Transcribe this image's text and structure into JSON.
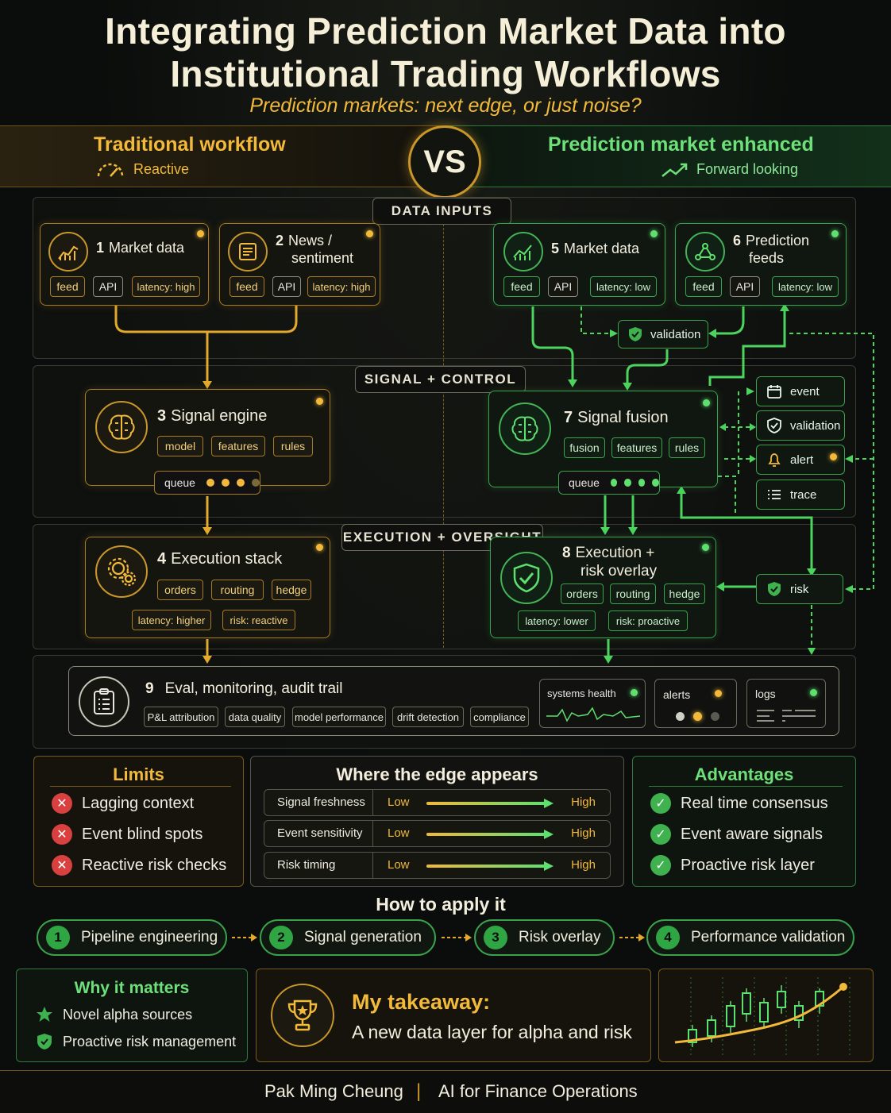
{
  "header": {
    "title_line1": "Integrating Prediction Market Data into",
    "title_line2": "Institutional Trading Workflows",
    "subtitle": "Prediction markets: next edge, or just noise?"
  },
  "versus": {
    "left_title": "Traditional workflow",
    "left_sub": "Reactive",
    "vs": "VS",
    "right_title": "Prediction market enhanced",
    "right_sub": "Forward looking"
  },
  "sections": {
    "data_inputs": "DATA INPUTS",
    "signal_control": "SIGNAL + CONTROL",
    "execution_oversight": "EXECUTION + OVERSIGHT"
  },
  "nodes": {
    "n1": {
      "num": "1",
      "title": "Market data",
      "tags": [
        "feed",
        "API",
        "latency: high"
      ]
    },
    "n2": {
      "num": "2",
      "title_a": "News /",
      "title_b": "sentiment",
      "tags": [
        "feed",
        "API",
        "latency: high"
      ]
    },
    "n5": {
      "num": "5",
      "title": "Market data",
      "tags": [
        "feed",
        "API",
        "latency: low"
      ]
    },
    "n6": {
      "num": "6",
      "title_a": "Prediction",
      "title_b": "feeds",
      "tags": [
        "feed",
        "API",
        "latency: low"
      ]
    },
    "validation_top": "validation",
    "n3": {
      "num": "3",
      "title": "Signal engine",
      "tags": [
        "model",
        "features",
        "rules"
      ],
      "queue": "queue"
    },
    "n7": {
      "num": "7",
      "title": "Signal fusion",
      "tags": [
        "fusion",
        "features",
        "rules"
      ],
      "queue": "queue"
    },
    "side": {
      "event": "event",
      "validation": "validation",
      "alert": "alert",
      "trace": "trace",
      "risk": "risk"
    },
    "n4": {
      "num": "4",
      "title": "Execution stack",
      "tags": [
        "orders",
        "routing",
        "hedge"
      ],
      "meta": [
        "latency: higher",
        "risk: reactive"
      ]
    },
    "n8": {
      "num": "8",
      "title_a": "Execution +",
      "title_b": "risk overlay",
      "tags": [
        "orders",
        "routing",
        "hedge"
      ],
      "meta": [
        "latency: lower",
        "risk: proactive"
      ]
    },
    "n9": {
      "num": "9",
      "title": "Eval, monitoring, audit trail",
      "tags": [
        "P&L attribution",
        "data quality",
        "model performance",
        "drift detection",
        "compliance"
      ]
    },
    "health": {
      "systems": "systems health",
      "alerts": "alerts",
      "logs": "logs"
    }
  },
  "limits": {
    "title": "Limits",
    "items": [
      "Lagging context",
      "Event blind spots",
      "Reactive risk checks"
    ]
  },
  "edge": {
    "title": "Where the edge appears",
    "rows": [
      {
        "label": "Signal freshness",
        "low": "Low",
        "high": "High"
      },
      {
        "label": "Event sensitivity",
        "low": "Low",
        "high": "High"
      },
      {
        "label": "Risk timing",
        "low": "Low",
        "high": "High"
      }
    ]
  },
  "advantages": {
    "title": "Advantages",
    "items": [
      "Real time consensus",
      "Event aware signals",
      "Proactive risk layer"
    ]
  },
  "apply": {
    "title": "How to apply it",
    "steps": [
      {
        "num": "1",
        "label": "Pipeline engineering"
      },
      {
        "num": "2",
        "label": "Signal generation"
      },
      {
        "num": "3",
        "label": "Risk overlay"
      },
      {
        "num": "4",
        "label": "Performance validation"
      }
    ]
  },
  "why": {
    "title": "Why it matters",
    "items": [
      "Novel alpha sources",
      "Proactive risk management"
    ]
  },
  "takeaway": {
    "title": "My takeaway:",
    "text": "A new data layer for alpha and risk"
  },
  "footer": {
    "author": "Pak Ming Cheung",
    "sep": "|",
    "role": "AI for Finance Operations"
  },
  "colors": {
    "gold": "#f2b93a",
    "green": "#5fe06e",
    "red": "#d94040"
  }
}
